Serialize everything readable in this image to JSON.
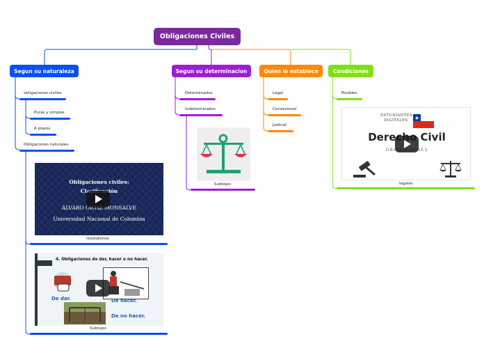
{
  "root": {
    "label": "Obligaciones Civiles",
    "color": "#7a2a9a"
  },
  "branches": [
    {
      "label": "Segun su naturaleza",
      "color": "#0b4ff0"
    },
    {
      "label": "Segun su determinacion",
      "color": "#9b1ed6"
    },
    {
      "label": "Quien lo establece",
      "color": "#ff8a00"
    },
    {
      "label": "Condiciones",
      "color": "#7ee014"
    }
  ],
  "naturaleza": {
    "civiles": "obligaciones civiles",
    "puras": "Puras y simples",
    "plazos": "A plazos",
    "naturales": "Obligaciones naturales",
    "video1": {
      "line1": "Obligaciones civiles:",
      "line2": "Clasificación",
      "line3": "ÁLVARO ORTIZ MONSALVE",
      "line4": "Universidad Nacional de Colombia",
      "caption": "resolutorios"
    },
    "video2": {
      "heading": "4. Obligaciones de dar, hacer o no hacer.",
      "dar": "De dar.",
      "hacer": "De hacer.",
      "nohacer": "De no hacer.",
      "caption": "Subtopic"
    }
  },
  "determinacion": {
    "determinados": "Determinados",
    "indeterminados": "Indeterminados",
    "caption": "Subtopic"
  },
  "establece": {
    "legal": "Legal",
    "convencional": "Convecional",
    "judicial": "Judicial"
  },
  "condiciones": {
    "posibles": "Posibles",
    "video": {
      "badge1": "ESTUDIANTES",
      "badge2": "DIGITALES",
      "title": "Derecho Civil",
      "subtitle": "OBLIGACIONES",
      "caption": "legales"
    }
  },
  "icons": {
    "play": "play-icon",
    "scale": "scale-of-justice-icon",
    "gavel": "gavel-icon",
    "flag": "chile-flag-icon"
  }
}
